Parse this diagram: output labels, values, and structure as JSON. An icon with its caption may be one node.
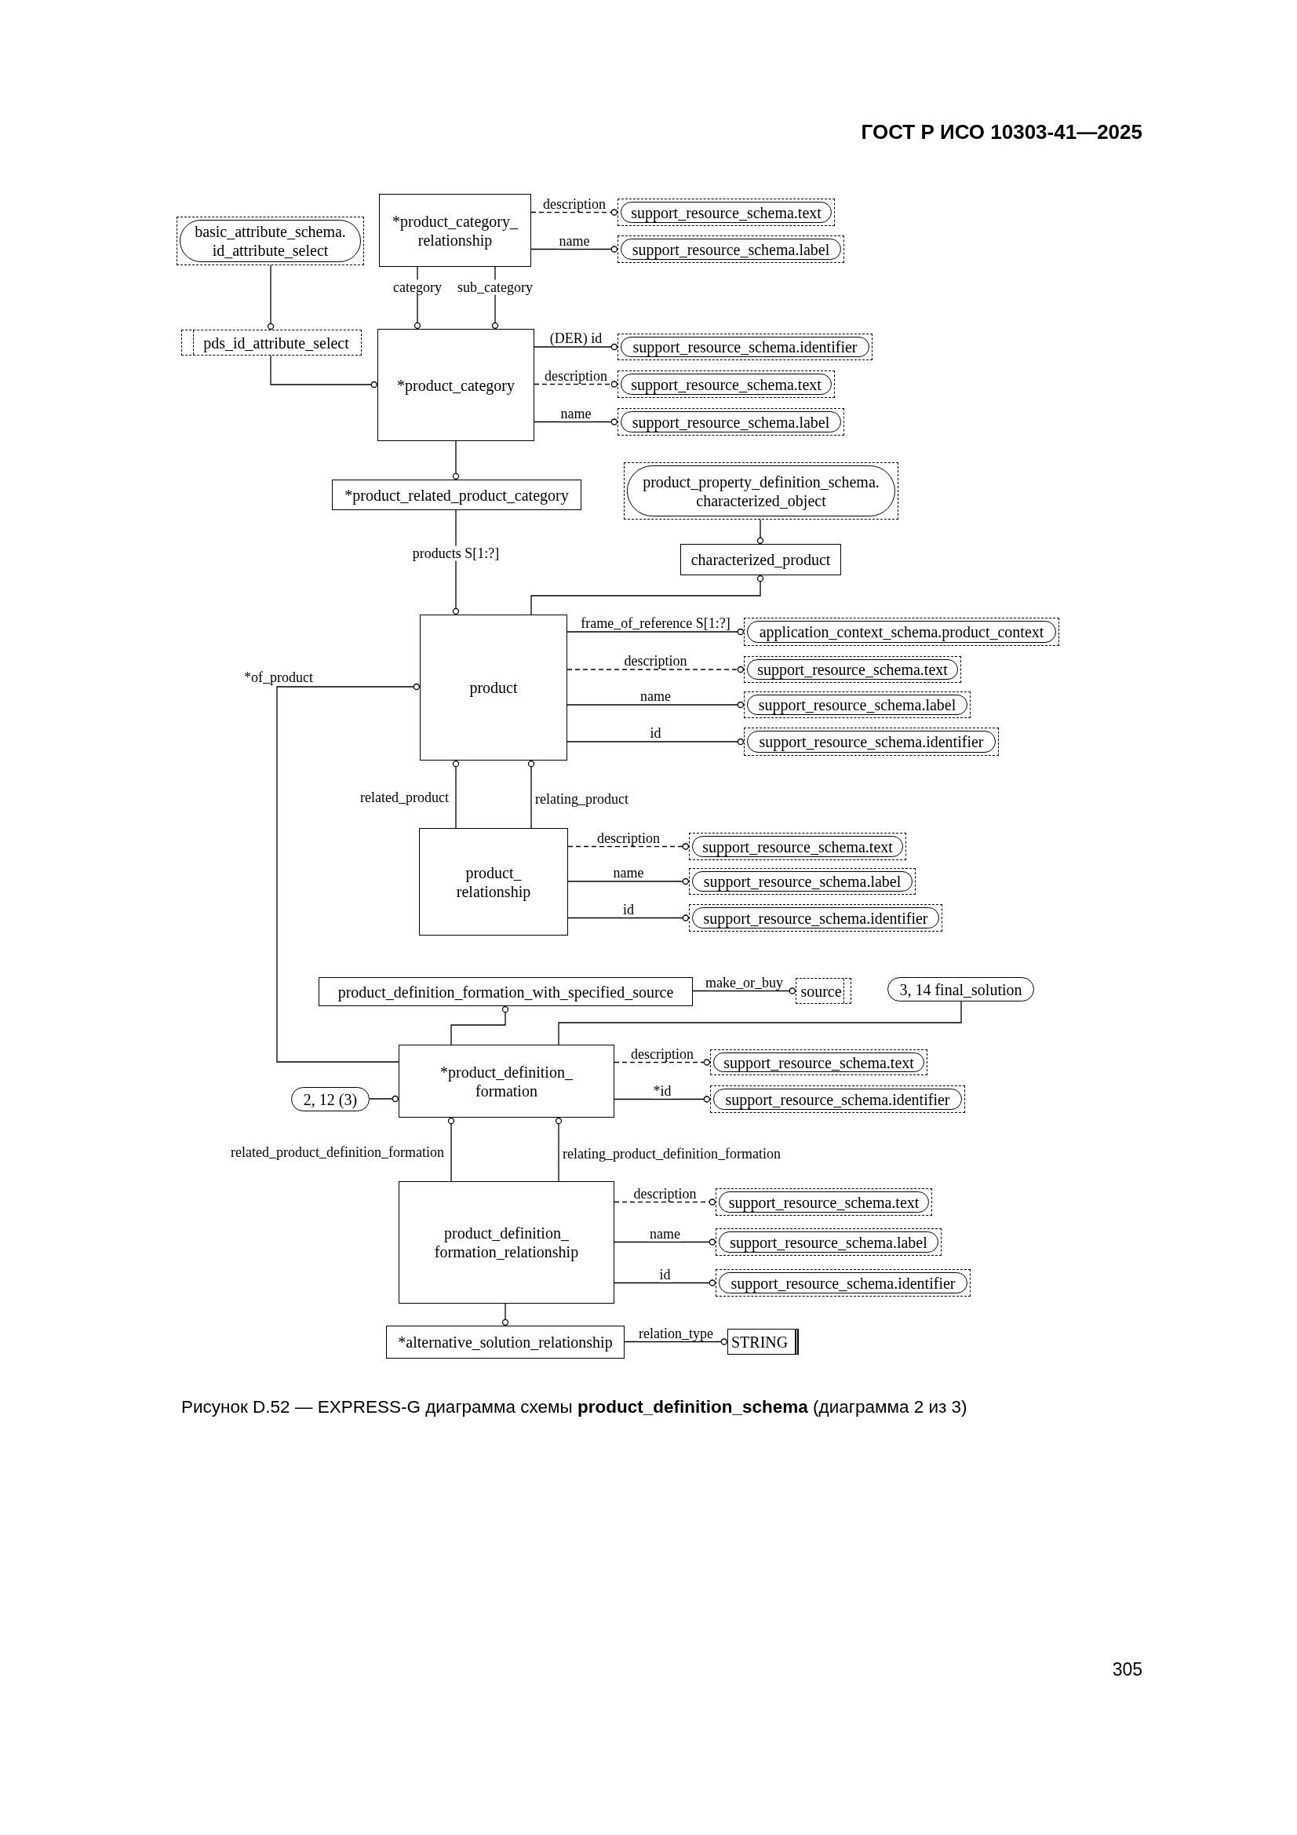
{
  "diagram": {
    "caption": "Рисунок D.52 — EXPRESS-G диаграмма схемы **product_definition_schema** (диаграмма 2 из 3)",
    "nodes": [
      {
        "text": [
          "*product_category_ relationship"
        ]
      },
      {
        "text": [
          "basic_attribute_schema. id_attribute_select"
        ]
      },
      {
        "text": [
          "support_resource_schema.text"
        ]
      },
      {
        "text": [
          "support_resource_schema.label"
        ]
      },
      {
        "text": [
          "pds_id_attribute_select"
        ]
      },
      {
        "text": [
          "*product_category"
        ]
      },
      {
        "text": [
          "support_resource_schema.identifier"
        ]
      },
      {
        "text": [
          "support_resource_schema.text"
        ]
      },
      {
        "text": [
          "support_resource_schema.label"
        ]
      },
      {
        "text": [
          "*product_related_product_category"
        ]
      },
      {
        "text": [
          "product_property_definition_schema. characterized_object"
        ]
      },
      {
        "text": [
          "characterized_product"
        ]
      },
      {
        "text": [
          "product"
        ]
      },
      {
        "text": [
          "application_context_schema.product_context"
        ]
      },
      {
        "text": [
          "support_resource_schema.text"
        ]
      },
      {
        "text": [
          "support_resource_schema.label"
        ]
      },
      {
        "text": [
          "support_resource_schema.identifier"
        ]
      },
      {
        "text": [
          "product_ relationship"
        ]
      },
      {
        "text": [
          "support_resource_schema.text"
        ]
      },
      {
        "text": [
          "support_resource_schema.label"
        ]
      },
      {
        "text": [
          "support_resource_schema.identifier"
        ]
      },
      {
        "text": [
          "product_definition_formation_with_specified_source"
        ]
      },
      {
        "text": [
          "source"
        ]
      },
      {
        "text": [
          "3, 14 final_solution"
        ]
      },
      {
        "text": [
          "*product_definition_ formation"
        ]
      },
      {
        "text": [
          "2, 12 (3)"
        ]
      },
      {
        "text": [
          "support_resource_schema.text"
        ]
      },
      {
        "text": [
          "support_resource_schema.identifier"
        ]
      },
      {
        "text": [
          "product_definition_ formation_relationship"
        ]
      },
      {
        "text": [
          "support_resource_schema.text"
        ]
      },
      {
        "text": [
          "support_resource_schema.label"
        ]
      },
      {
        "text": [
          "support_resource_schema.identifier"
        ]
      },
      {
        "text": [
          "*alternative_solution_relationship"
        ]
      },
      {
        "text": [
          "STRING"
        ]
      }
    ],
    "edges": [
      {
        "from": 0,
        "to": 2,
        "arrow": "other",
        "label": "description",
        "style": "dashed"
      },
      {
        "from": 0,
        "to": 3,
        "arrow": "other",
        "label": "name"
      },
      {
        "from": 0,
        "to": 5,
        "arrow": "other",
        "label": "category"
      },
      {
        "from": 0,
        "to": 5,
        "arrow": "other",
        "label": "sub_category"
      },
      {
        "from": 1,
        "to": 4,
        "arrow": "other"
      },
      {
        "from": 4,
        "to": 5,
        "arrow": "other"
      },
      {
        "from": 5,
        "to": 6,
        "arrow": "other",
        "label": "(DER) id"
      },
      {
        "from": 5,
        "to": 7,
        "arrow": "other",
        "label": "description",
        "style": "dashed"
      },
      {
        "from": 5,
        "to": 8,
        "arrow": "other",
        "label": "name"
      },
      {
        "from": 5,
        "to": 9,
        "arrow": "other"
      },
      {
        "from": 9,
        "to": 12,
        "arrow": "other",
        "label": "products S[1:?]"
      },
      {
        "from": 10,
        "to": 11,
        "arrow": "other"
      },
      {
        "from": 12,
        "to": 11,
        "arrow": "other"
      },
      {
        "from": 12,
        "to": 13,
        "arrow": "other",
        "label": "frame_of_reference S[1:?]"
      },
      {
        "from": 12,
        "to": 14,
        "arrow": "other",
        "label": "description",
        "style": "dashed"
      },
      {
        "from": 12,
        "to": 15,
        "arrow": "other",
        "label": "name"
      },
      {
        "from": 12,
        "to": 16,
        "arrow": "other",
        "label": "id"
      },
      {
        "from": 17,
        "to": 12,
        "arrow": "other",
        "label": "related_product"
      },
      {
        "from": 17,
        "to": 12,
        "arrow": "other",
        "label": "relating_product"
      },
      {
        "from": 17,
        "to": 18,
        "arrow": "other",
        "label": "description",
        "style": "dashed"
      },
      {
        "from": 17,
        "to": 19,
        "arrow": "other",
        "label": "name"
      },
      {
        "from": 17,
        "to": 20,
        "arrow": "other",
        "label": "id"
      },
      {
        "from": 24,
        "to": 12,
        "arrow": "other",
        "label": "*of_product"
      },
      {
        "from": 21,
        "to": 22,
        "arrow": "other",
        "label": "make_or_buy"
      },
      {
        "from": 24,
        "to": 21,
        "arrow": "other"
      },
      {
        "from": 24,
        "to": 23,
        "arrow": "none"
      },
      {
        "from": 25,
        "to": 24,
        "arrow": "other"
      },
      {
        "from": 24,
        "to": 26,
        "arrow": "other",
        "label": "description",
        "style": "dashed"
      },
      {
        "from": 24,
        "to": 27,
        "arrow": "other",
        "label": "*id"
      },
      {
        "from": 28,
        "to": 24,
        "arrow": "other",
        "label": "related_product_definition_formation"
      },
      {
        "from": 28,
        "to": 24,
        "arrow": "other",
        "label": "relating_product_definition_formation"
      },
      {
        "from": 28,
        "to": 29,
        "arrow": "other",
        "label": "description",
        "style": "dashed"
      },
      {
        "from": 28,
        "to": 30,
        "arrow": "other",
        "label": "name"
      },
      {
        "from": 28,
        "to": 31,
        "arrow": "other",
        "label": "id"
      },
      {
        "from": 28,
        "to": 32,
        "arrow": "other"
      },
      {
        "from": 32,
        "to": 33,
        "arrow": "other",
        "label": "relation_type"
      }
    ],
    "labels": [
      "ГОСТ Р ИСО 10303-41—2025",
      "305"
    ]
  }
}
